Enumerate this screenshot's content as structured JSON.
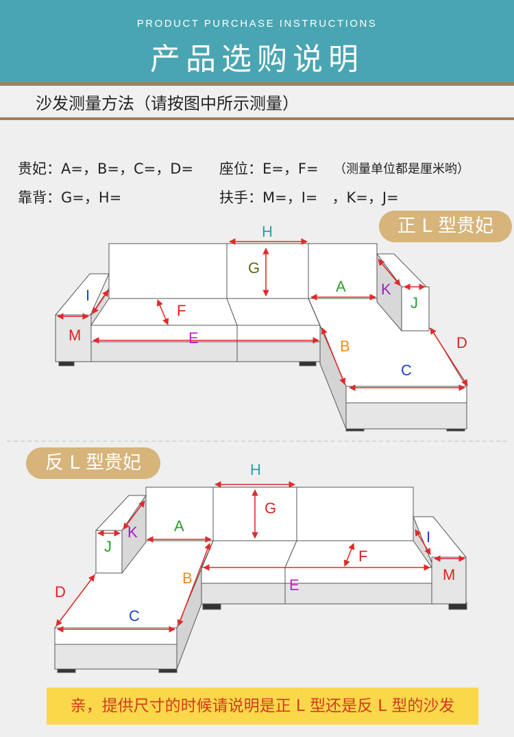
{
  "header": {
    "subtitle_en": "PRODUCT PURCHASE INSTRUCTIONS",
    "title_zh": "产品选购说明"
  },
  "section": {
    "title": "沙发测量方法（请按图中所示测量）"
  },
  "measure": {
    "line1_left": "贵妃：A=，B=，C=，D=",
    "line1_mid": "座位：E=，F=",
    "line1_note": "（测量单位都是厘米哟）",
    "line2_left": "靠背：G=，H=",
    "line2_mid": "扶手：M=，I=　，K=，J="
  },
  "badges": {
    "right_l": "正 L 型贵妃",
    "left_l": "反 L 型贵妃"
  },
  "labels": {
    "A": "A",
    "B": "B",
    "C": "C",
    "D": "D",
    "E": "E",
    "F": "F",
    "G": "G",
    "H": "H",
    "I": "I",
    "J": "J",
    "K": "K",
    "M": "M"
  },
  "colors": {
    "header": "#4aa5b2",
    "subbar": "#a57e59",
    "badge": "#d6b47a",
    "arrow": "#e02a2a",
    "note_bg": "#fbd74a",
    "note_text": "#d23a1e",
    "label_A": "#27a02e",
    "label_B": "#f08c1a",
    "label_C": "#1a3fd6",
    "label_D": "#e02020",
    "label_E": "#c020c0",
    "label_F": "#e02020",
    "label_G": "#5c6a1a",
    "label_H": "#2aa0a8",
    "label_I": "#1a3fd6",
    "label_J": "#27a02e",
    "label_K": "#a020c0",
    "label_M": "#e02020"
  },
  "footer": {
    "note": "亲，提供尺寸的时候请说明是正 L 型还是反 L 型的沙发"
  }
}
